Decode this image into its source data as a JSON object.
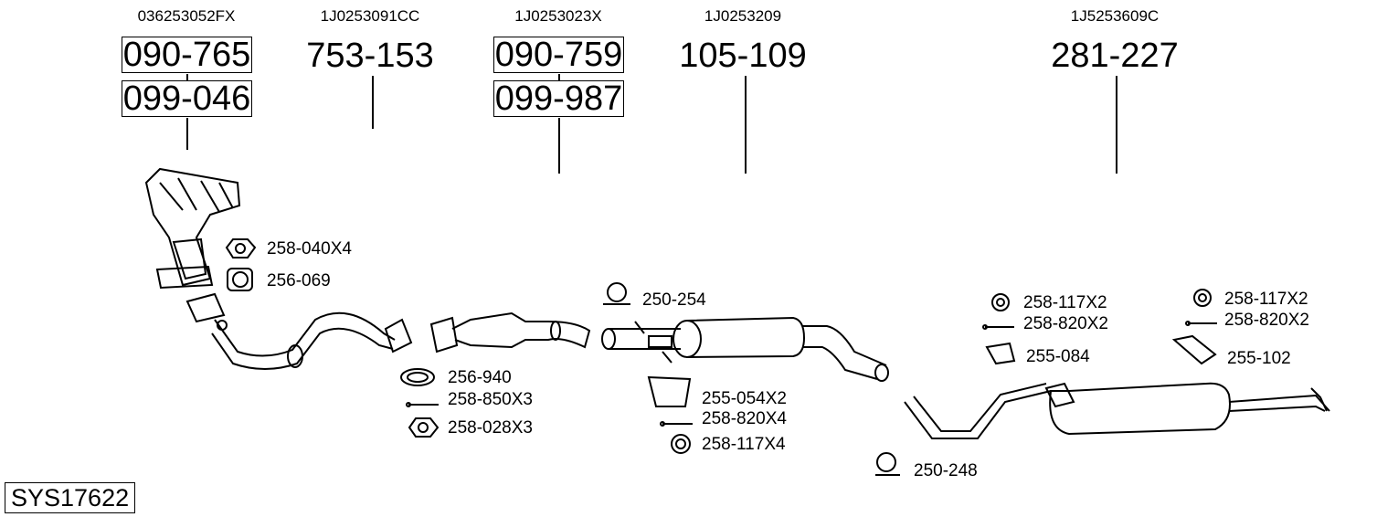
{
  "columns": [
    {
      "oe": "036253052FX",
      "parts": [
        "090-765",
        "099-046"
      ]
    },
    {
      "oe": "1J0253091CC",
      "parts": [
        "753-153"
      ]
    },
    {
      "oe": "1J0253023X",
      "parts": [
        "090-759",
        "099-987"
      ]
    },
    {
      "oe": "1J0253209",
      "parts": [
        "105-109"
      ]
    },
    {
      "oe": "1J5253609C",
      "parts": [
        "281-227"
      ]
    }
  ],
  "accessories": [
    "258-040X4",
    "256-069",
    "250-254",
    "256-940",
    "258-850X3",
    "258-028X3",
    "255-054X2",
    "258-820X4",
    "258-117X4",
    "250-248",
    "258-117X2",
    "258-820X2",
    "255-084",
    "258-117X2",
    "258-820X2",
    "255-102"
  ],
  "system_id": "SYS17622"
}
